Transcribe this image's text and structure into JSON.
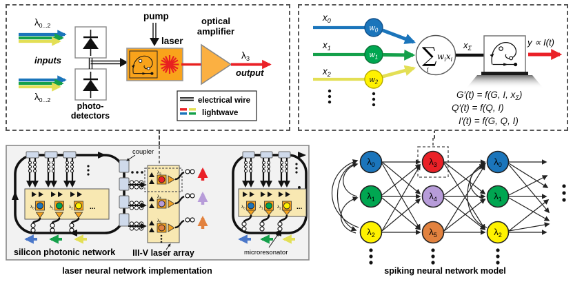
{
  "captions": {
    "implementation": "laser neural network implementation",
    "snn_model": "spiking neural network model"
  },
  "palette": {
    "blue": "#1b75bb",
    "green": "#00a651",
    "yellow_node": "#fff200",
    "yellow_arrow": "#e3df55",
    "red": "#ea2127",
    "purple": "#b79cd9",
    "orange": "#e2823f",
    "amber_box": "#f9a31b",
    "amp_triangle": "#fbb042",
    "tan_box": "#f8e8b2",
    "coupler": "#cfdaeb",
    "panel_gray": "#f2f2f2"
  },
  "amplifier_panel": {
    "input_top": {
      "base": "λ",
      "sub": "0...2"
    },
    "input_bottom": {
      "base": "λ",
      "sub": "0...2"
    },
    "inputs_label": "inputs",
    "photodetectors_label": {
      "line1": "photo-",
      "line2": "detectors"
    },
    "pump_label": "pump",
    "laser_label": "laser",
    "amplifier_label": {
      "line1": "optical",
      "line2": "amplifier"
    },
    "output_wavelength": {
      "base": "λ",
      "sub": "3"
    },
    "output_label": "output",
    "legend": {
      "electrical_wire": "electrical wire",
      "lightwave": "lightwave"
    }
  },
  "neuron_panel": {
    "inputs": [
      {
        "x": "x",
        "x_sub": "0",
        "w": "w",
        "w_sub": "0",
        "color": "#1b75bb"
      },
      {
        "x": "x",
        "x_sub": "1",
        "w": "w",
        "w_sub": "1",
        "color": "#00a651"
      },
      {
        "x": "x",
        "x_sub": "2",
        "w": "w",
        "w_sub": "2",
        "color": "#fff200"
      }
    ],
    "sum": {
      "sigma": "∑",
      "index": "i",
      "term_w": "w",
      "term_w_sub": "i",
      "term_x": "x",
      "term_x_sub": "i"
    },
    "weighted_sum_label": {
      "base": "x",
      "sub": "Σ"
    },
    "output_label": "y ∝ I(t)",
    "equations": [
      {
        "pre": "G′(t) = f(G, I, x",
        "sub": "Σ",
        "post": ")"
      },
      {
        "pre": "Q′(t) = f(Q, I)",
        "sub": "",
        "post": ""
      },
      {
        "pre": "I′(t) = f(G, Q, I)",
        "sub": "",
        "post": ""
      }
    ]
  },
  "implementation_panel": {
    "silicon_label": "silicon photonic network",
    "laser_array_label": "III-V laser array",
    "coupler_label": "coupler",
    "microresonator_label": "microresonator",
    "ellipsis": "...",
    "left_bank_lasers": [
      {
        "base": "λ",
        "sub": "0",
        "color": "#1b75bb"
      },
      {
        "base": "λ",
        "sub": "1",
        "color": "#00a651"
      },
      {
        "base": "λ",
        "sub": "2",
        "color": "#fff200"
      }
    ],
    "array_lasers": [
      {
        "base": "λ",
        "sub": "3",
        "color": "#ea2127"
      },
      {
        "base": "λ",
        "sub": "4",
        "color": "#b79cd9"
      },
      {
        "base": "λ",
        "sub": "5",
        "color": "#e2823f"
      }
    ],
    "right_bank_lasers": [
      {
        "base": "λ",
        "sub": "0",
        "color": "#1b75bb"
      },
      {
        "base": "λ",
        "sub": "1",
        "color": "#00a651"
      },
      {
        "base": "λ",
        "sub": "2",
        "color": "#fff200"
      }
    ]
  },
  "snn_panel": {
    "columns": [
      {
        "nodes": [
          {
            "base": "λ",
            "sub": "0",
            "color": "#1b75bb"
          },
          {
            "base": "λ",
            "sub": "1",
            "color": "#00a651"
          },
          {
            "base": "λ",
            "sub": "2",
            "color": "#fff200"
          }
        ]
      },
      {
        "nodes": [
          {
            "base": "λ",
            "sub": "3",
            "color": "#ea2127"
          },
          {
            "base": "λ",
            "sub": "4",
            "color": "#b79cd9"
          },
          {
            "base": "λ",
            "sub": "5",
            "color": "#e2823f"
          }
        ]
      },
      {
        "nodes": [
          {
            "base": "λ",
            "sub": "0",
            "color": "#1b75bb"
          },
          {
            "base": "λ",
            "sub": "1",
            "color": "#00a651"
          },
          {
            "base": "λ",
            "sub": "2",
            "color": "#fff200"
          }
        ]
      }
    ]
  }
}
